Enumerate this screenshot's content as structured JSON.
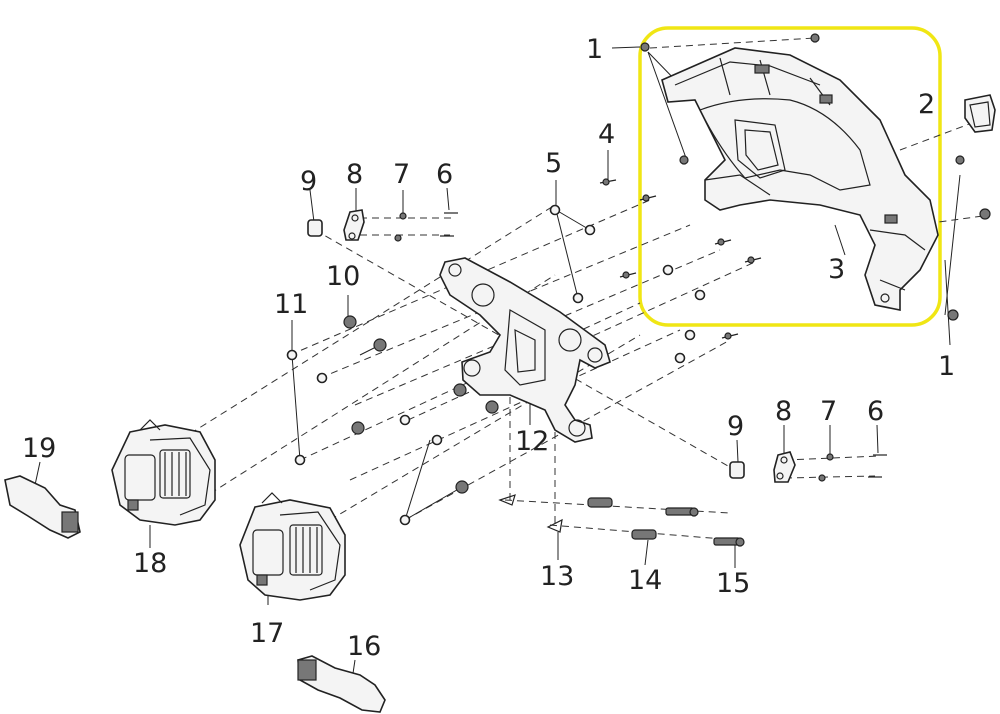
{
  "diagram": {
    "highlight_color": "#f0e614",
    "labels": [
      {
        "id": "callout-1-top",
        "text": "1"
      },
      {
        "id": "callout-2",
        "text": "2"
      },
      {
        "id": "callout-3",
        "text": "3"
      },
      {
        "id": "callout-1-right",
        "text": "1"
      },
      {
        "id": "callout-4",
        "text": "4"
      },
      {
        "id": "callout-5",
        "text": "5"
      },
      {
        "id": "callout-9-left",
        "text": "9"
      },
      {
        "id": "callout-8-left",
        "text": "8"
      },
      {
        "id": "callout-7-left",
        "text": "7"
      },
      {
        "id": "callout-6-left",
        "text": "6"
      },
      {
        "id": "callout-10",
        "text": "10"
      },
      {
        "id": "callout-11",
        "text": "11"
      },
      {
        "id": "callout-12",
        "text": "12"
      },
      {
        "id": "callout-9-right",
        "text": "9"
      },
      {
        "id": "callout-8-right",
        "text": "8"
      },
      {
        "id": "callout-7-right",
        "text": "7"
      },
      {
        "id": "callout-6-right",
        "text": "6"
      },
      {
        "id": "callout-19",
        "text": "19"
      },
      {
        "id": "callout-18",
        "text": "18"
      },
      {
        "id": "callout-13",
        "text": "13"
      },
      {
        "id": "callout-14",
        "text": "14"
      },
      {
        "id": "callout-15",
        "text": "15"
      },
      {
        "id": "callout-17",
        "text": "17"
      },
      {
        "id": "callout-16",
        "text": "16"
      }
    ]
  }
}
